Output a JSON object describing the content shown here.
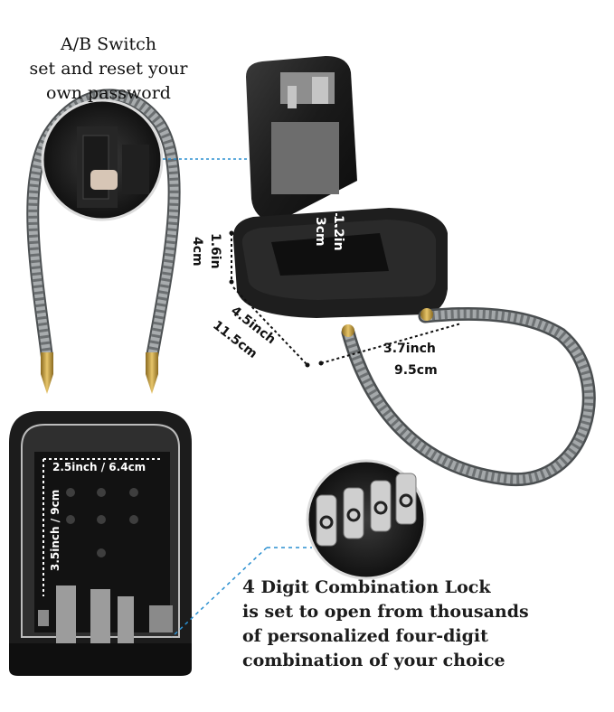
{
  "callouts": {
    "ab_switch": {
      "line1": "A/B Switch",
      "line2": "set and reset your",
      "line3": "own password"
    },
    "combination": {
      "line1_lead": "4",
      "line1_rest": "Digit Combination Lock",
      "line2": "is set to open from thousands",
      "line3": "of personalized four-digit",
      "line4": "combination of your choice"
    }
  },
  "dimensions": {
    "inner_depth_in": "1.2in",
    "inner_depth_cm": "3cm",
    "height_in": "1.6in",
    "height_cm": "4cm",
    "length_in": "4.5inch",
    "length_cm": "11.5cm",
    "width_in": "3.7inch",
    "width_cm": "9.5cm",
    "inner_width": "2.5inch / 6.4cm",
    "inner_height": "3.5inch / 9cm"
  },
  "colors": {
    "accent_line": "#2a8fd0",
    "box_black": "#1b1b1b",
    "cable_gray": "#8a8d8f",
    "brass": "#c9a13b"
  }
}
